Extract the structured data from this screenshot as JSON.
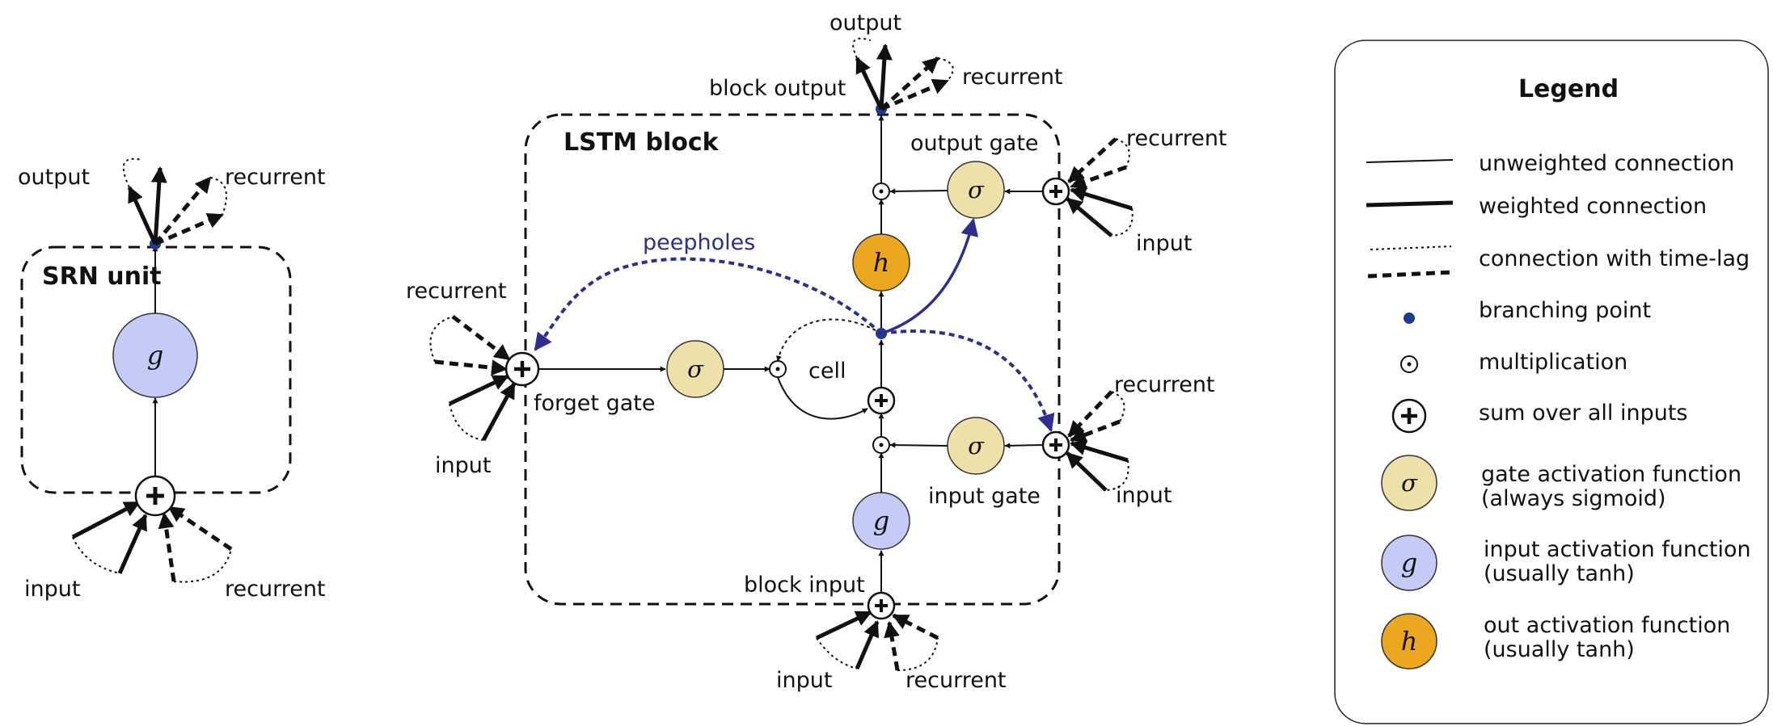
{
  "srn": {
    "title": "SRN unit",
    "labels": {
      "output": "output",
      "recurrent_top": "recurrent",
      "input": "input",
      "recurrent_bottom": "recurrent"
    },
    "activation_symbol": "g"
  },
  "lstm": {
    "title": "LSTM block",
    "labels": {
      "output": "output",
      "block_output": "block output",
      "recurrent_top": "recurrent",
      "output_gate": "output gate",
      "output_gate_recurrent": "recurrent",
      "output_gate_input": "input",
      "peepholes": "peepholes",
      "forget_recurrent": "recurrent",
      "forget_gate": "forget gate",
      "forget_input": "input",
      "cell": "cell",
      "input_gate_recurrent": "recurrent",
      "input_gate": "input gate",
      "input_gate_input": "input",
      "block_input": "block input",
      "bottom_input": "input",
      "bottom_recurrent": "recurrent"
    },
    "symbols": {
      "sigma": "σ",
      "g": "g",
      "h": "h"
    }
  },
  "legend": {
    "title": "Legend",
    "items": [
      {
        "key": "unweighted",
        "label": "unweighted connection"
      },
      {
        "key": "weighted",
        "label": "weighted connection"
      },
      {
        "key": "timelag_thin",
        "label": "connection with time-lag"
      },
      {
        "key": "branch",
        "label": "branching point"
      },
      {
        "key": "mult",
        "label": "multiplication"
      },
      {
        "key": "sum",
        "label": "sum over all inputs"
      },
      {
        "key": "gate",
        "label1": "gate activation function",
        "label2": "(always sigmoid)",
        "symbol": "σ"
      },
      {
        "key": "inact",
        "label1": "input activation function",
        "label2": "(usually tanh)",
        "symbol": "g"
      },
      {
        "key": "outact",
        "label1": "out activation function",
        "label2": "(usually tanh)",
        "symbol": "h"
      }
    ]
  },
  "colors": {
    "gate": "#ede0a9",
    "input_activation": "#c5cbf7",
    "output_activation": "#eba720",
    "branch_point": "#1f3a93",
    "peephole": "#2e2e8f"
  }
}
